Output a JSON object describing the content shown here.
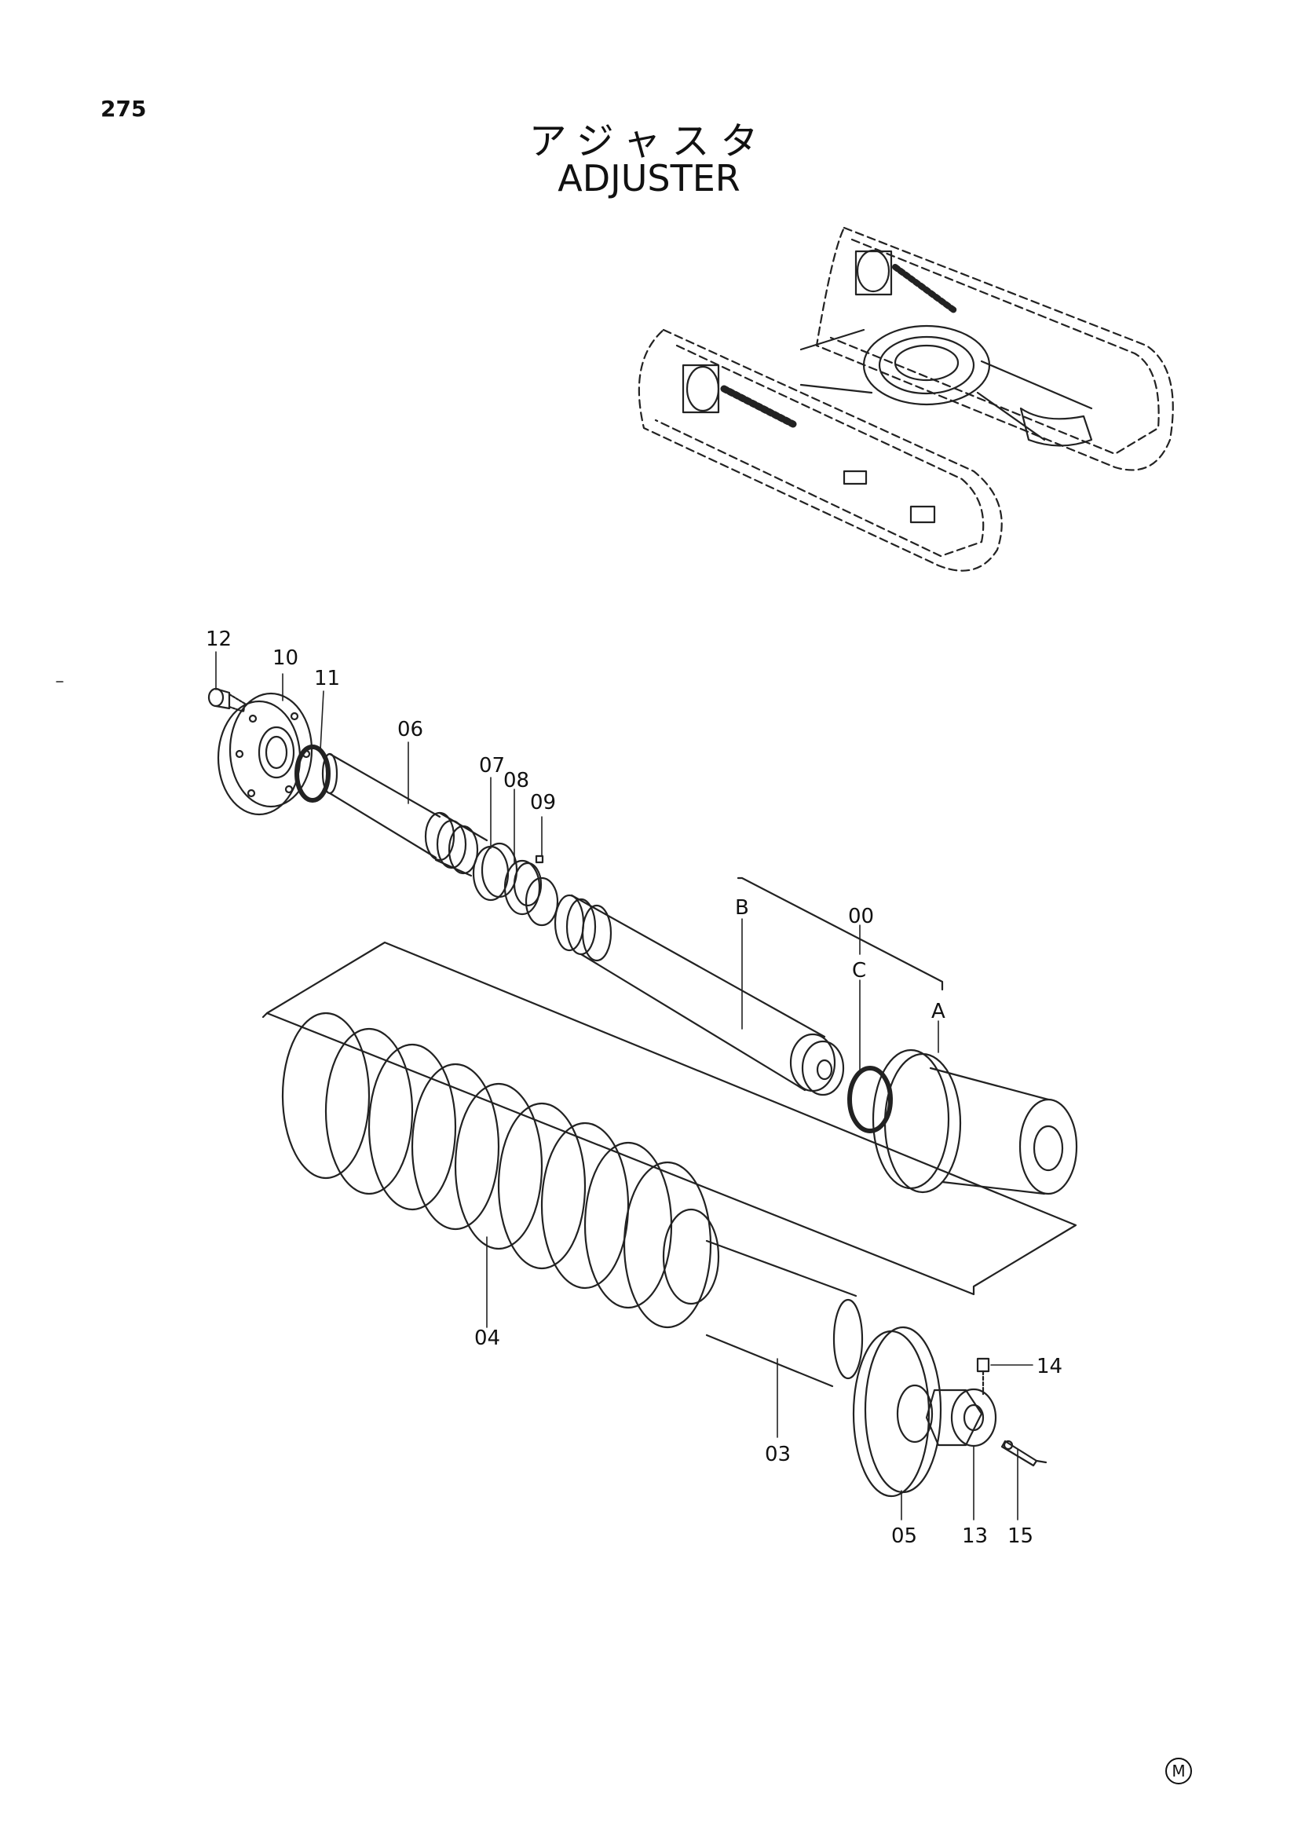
{
  "page": {
    "number": "275",
    "title_jp": "アジャスタ",
    "title_en": "ADJUSTER",
    "corner_mark": "M"
  },
  "callouts": {
    "c12": "12",
    "c10": "10",
    "c11": "11",
    "c06": "06",
    "c07": "07",
    "c08": "08",
    "c09": "09",
    "cB": "B",
    "c00": "00",
    "cC": "C",
    "cA": "A",
    "c04": "04",
    "c03": "03",
    "c14": "14",
    "c05": "05",
    "c13": "13",
    "c15": "15"
  }
}
